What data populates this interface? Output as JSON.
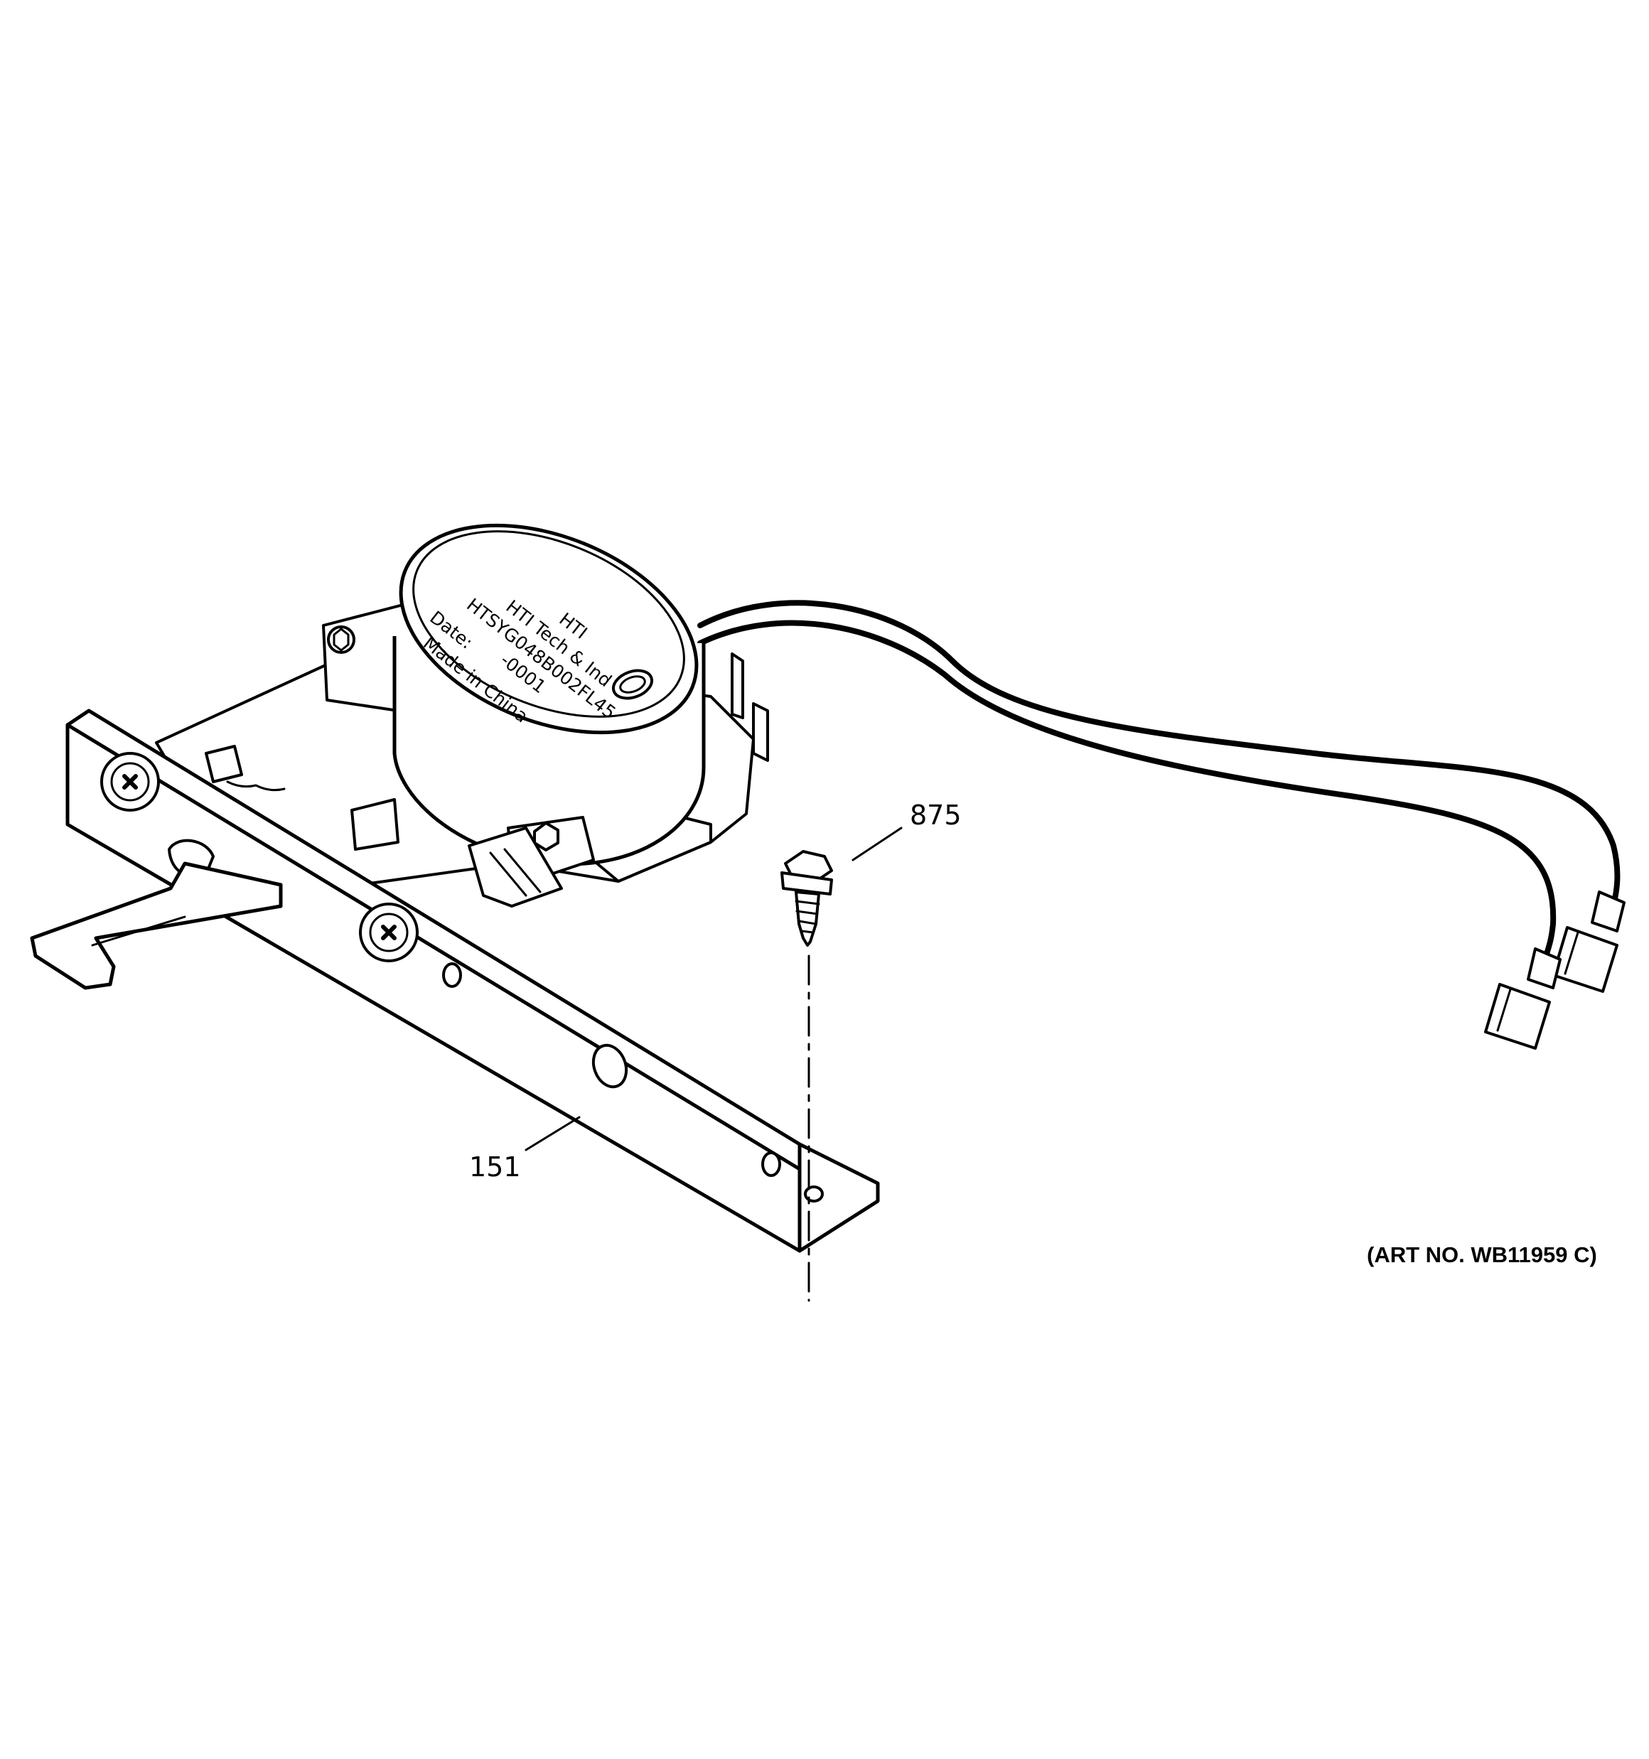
{
  "callouts": {
    "screw": "875",
    "bracket": "151"
  },
  "motor_label": {
    "line1": "HTI",
    "line2": "HTI Tech & Ind",
    "line3": "HTSYG048B002FL45",
    "line4": "-0001",
    "line5": "Date:",
    "line6": "Made in China"
  },
  "art_number": "(ART NO. WB11959 C)",
  "colors": {
    "ink": "#000000",
    "paper": "#ffffff"
  }
}
